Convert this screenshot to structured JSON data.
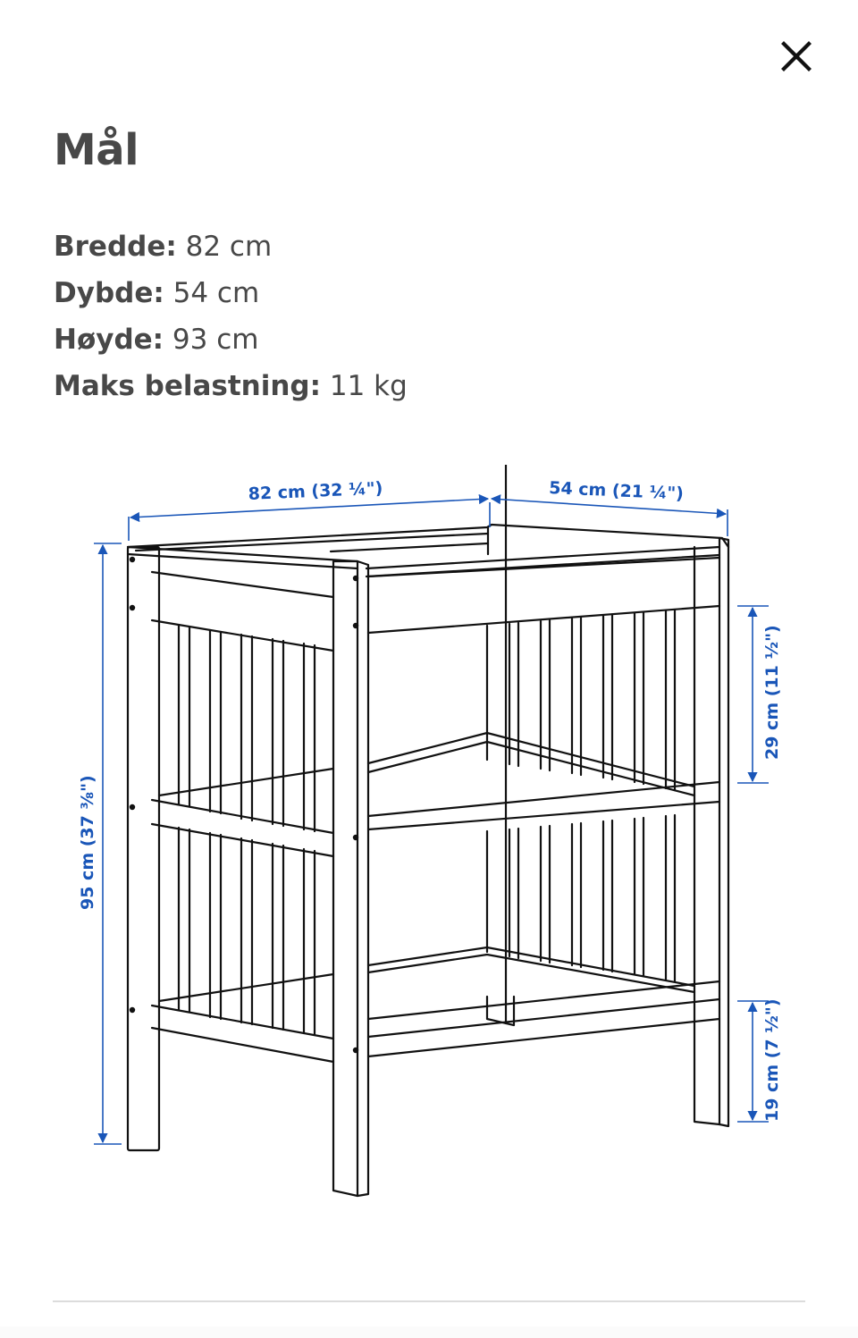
{
  "dialog": {
    "title": "Mål",
    "close_icon": "close-icon"
  },
  "specs": [
    {
      "label": "Bredde:",
      "value": " 82 cm"
    },
    {
      "label": "Dybde:",
      "value": " 54 cm"
    },
    {
      "label": "Høyde:",
      "value": " 93 cm"
    },
    {
      "label": "Maks belastning:",
      "value": " 11 kg"
    }
  ],
  "drawing": {
    "subject": "changing-table-line-drawing",
    "dimension_color": "#1a56b8",
    "line_color": "#111111",
    "dimensions": {
      "width": "82 cm (32 ¼\")",
      "depth": "54 cm (21 ¼\")",
      "height": "95 cm (37 ⅜\")",
      "shelf_gap": "29 cm (11 ½\")",
      "leg_clearance": "19 cm (7 ½\")"
    }
  }
}
